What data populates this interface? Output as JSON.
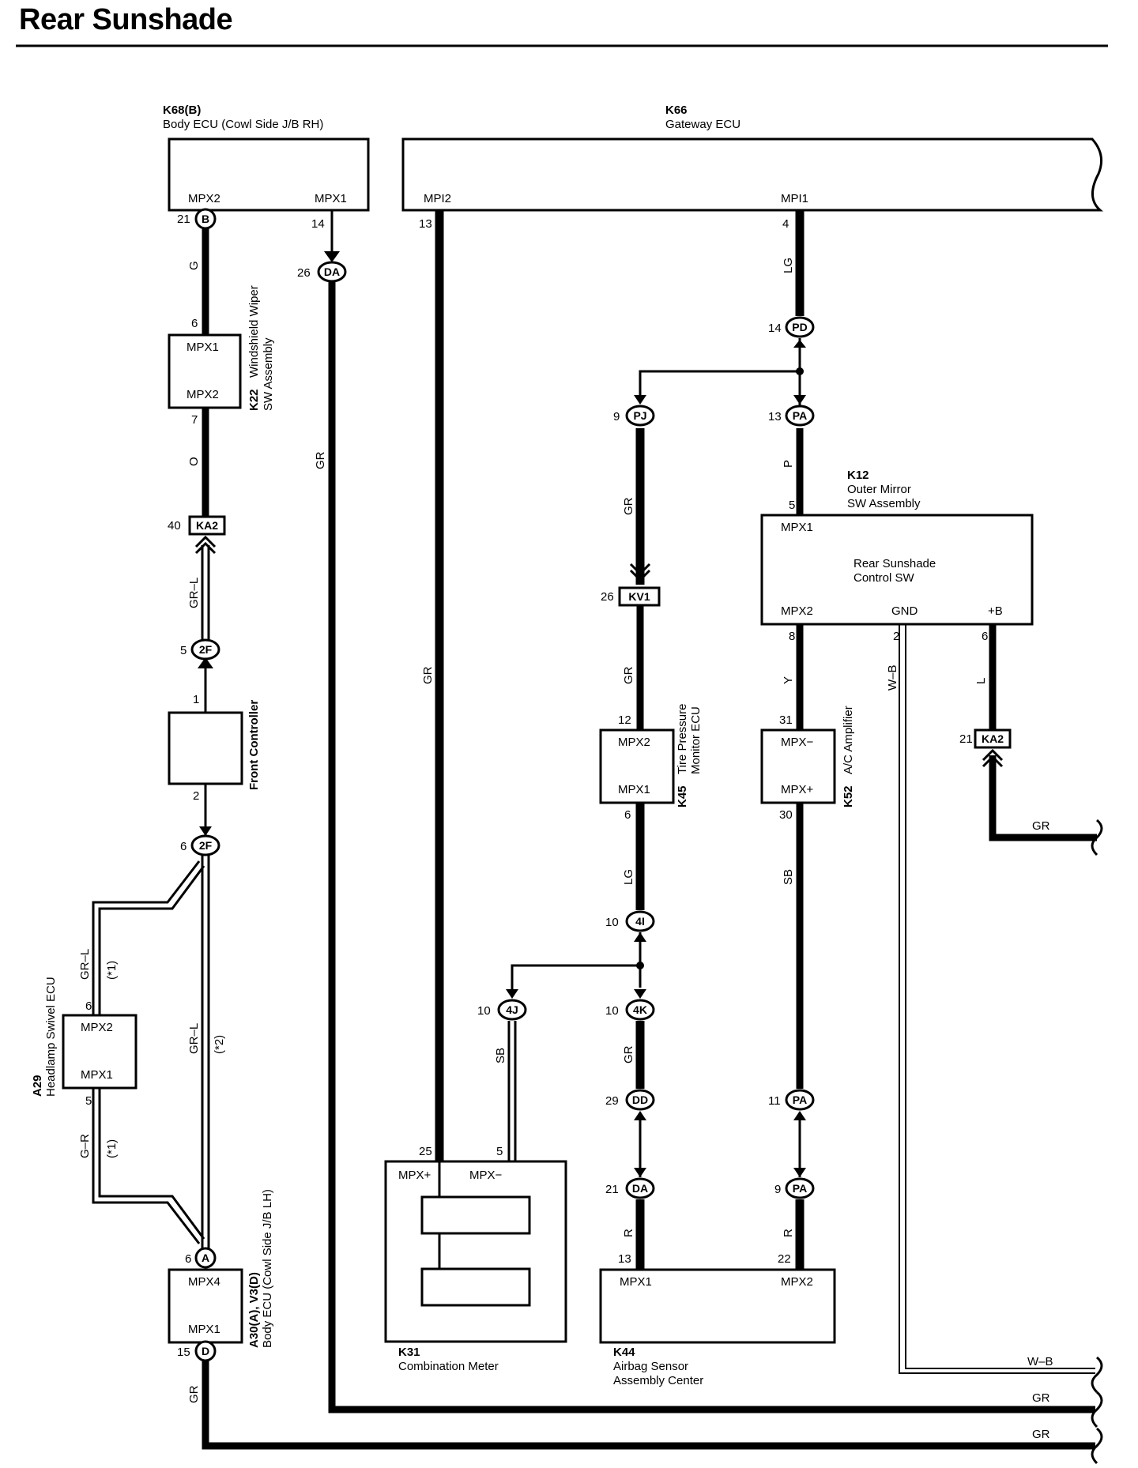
{
  "title": "Rear Sunshade",
  "components": {
    "k68": {
      "code": "K68(B)",
      "name": "Body ECU (Cowl Side J/B RH)",
      "pin_a": "MPX2",
      "pin_b": "MPX1"
    },
    "k66": {
      "code": "K66",
      "name": "Gateway ECU",
      "pin_a": "MPI2",
      "pin_b": "MPI1"
    },
    "k22": {
      "code": "K22",
      "name_line1": "Windshield Wiper",
      "name_line2": "SW Assembly",
      "pin_a": "MPX1",
      "pin_b": "MPX2"
    },
    "front_controller": {
      "name": "Front Controller"
    },
    "a29": {
      "code": "A29",
      "name": "Headlamp Swivel ECU",
      "pin_a": "MPX2",
      "pin_b": "MPX1"
    },
    "a30": {
      "code": "A30(A), V3(D)",
      "name": "Body ECU (Cowl Side J/B LH)",
      "pin_a": "MPX4",
      "pin_b": "MPX1"
    },
    "k12": {
      "code": "K12",
      "name_line1": "Outer Mirror",
      "name_line2": "SW Assembly",
      "inner1": "Rear Sunshade",
      "inner2": "Control SW",
      "pin_a": "MPX1",
      "pin_b": "MPX2",
      "pin_c": "GND",
      "pin_d": "+B"
    },
    "k45": {
      "code": "K45",
      "name_line1": "Tire Pressure",
      "name_line2": "Monitor ECU",
      "pin_a": "MPX2",
      "pin_b": "MPX1"
    },
    "k52": {
      "code": "K52",
      "name": "A/C Amplifier",
      "pin_a": "MPX−",
      "pin_b": "MPX+"
    },
    "k31": {
      "code": "K31",
      "name": "Combination Meter",
      "pin_a": "MPX+",
      "pin_b": "MPX−"
    },
    "k44": {
      "code": "K44",
      "name_line1": "Airbag Sensor",
      "name_line2": "Assembly Center",
      "pin_a": "MPX1",
      "pin_b": "MPX2"
    }
  },
  "connectors": {
    "b": "B",
    "da": "DA",
    "ka2": "KA2",
    "f2": "2F",
    "a": "A",
    "d": "D",
    "pd": "PD",
    "pj": "PJ",
    "pa": "PA",
    "kv1": "KV1",
    "i4": "4I",
    "j4": "4J",
    "k4": "4K",
    "dd": "DD"
  },
  "pins": {
    "p21": "21",
    "p14": "14",
    "p26": "26",
    "p13": "13",
    "p4": "4",
    "p6": "6",
    "p7": "7",
    "p40": "40",
    "p5": "5",
    "p1": "1",
    "p2": "2",
    "p9": "9",
    "p12": "12",
    "p10": "10",
    "p8": "8",
    "p31": "31",
    "p30": "30",
    "p29": "29",
    "p11": "11",
    "p25": "25",
    "p22": "22",
    "p15": "15"
  },
  "wire_colors": {
    "g": "G",
    "gr": "GR",
    "o": "O",
    "grl": "GR–L",
    "lg": "LG",
    "p": "P",
    "y": "Y",
    "sb": "SB",
    "r": "R",
    "wb": "W–B",
    "l": "L",
    "gr_dash_r": "G–R",
    "note1": "(*1)",
    "note2": "(*2)"
  }
}
